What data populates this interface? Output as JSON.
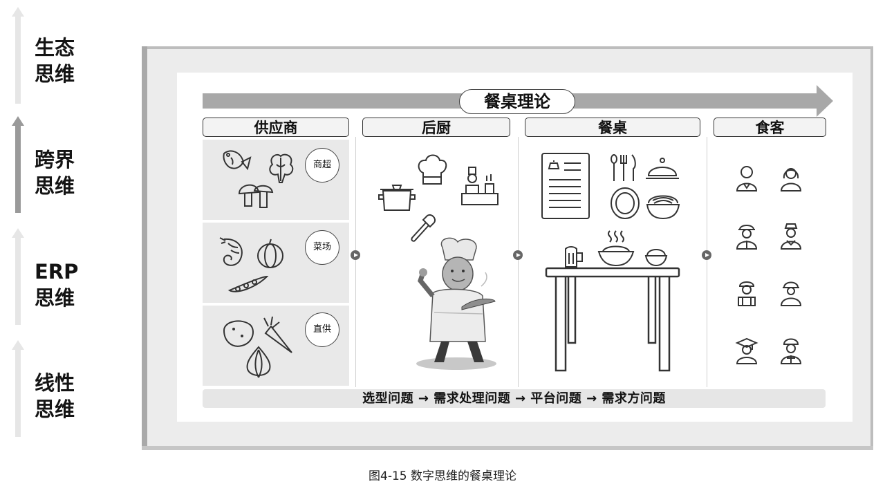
{
  "levels": [
    {
      "label": "生态\n思维"
    },
    {
      "label": "跨界\n思维"
    },
    {
      "label": "ERP\n思维"
    },
    {
      "label": "线性\n思维"
    }
  ],
  "diagram": {
    "title": "餐桌理论",
    "columns": [
      "供应商",
      "后厨",
      "餐桌",
      "食客"
    ],
    "supplier_channels": [
      "商超",
      "菜场",
      "直供"
    ],
    "flow": "选型问题 → 需求处理问题 → 平台问题 → 需求方问题"
  },
  "caption": "图4-15 数字思维的餐桌理论",
  "colors": {
    "frame": "#ececec",
    "card": "#e9e9e9",
    "arrow": "#a8a8a8",
    "accent_arrow": "#8c8c8c"
  }
}
